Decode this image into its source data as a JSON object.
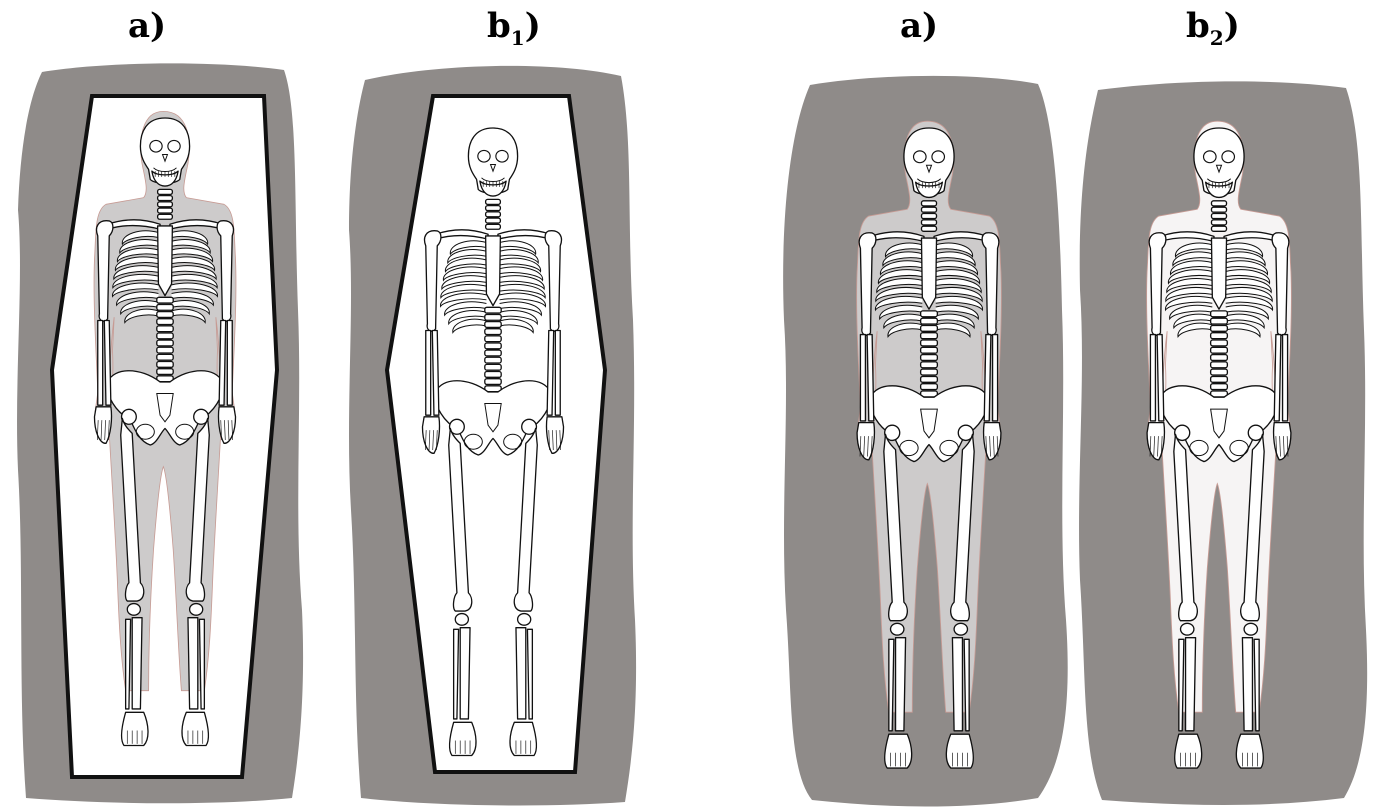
{
  "panels": [
    {
      "id": "p1",
      "label": "a)",
      "sub": "",
      "coffin": true,
      "flesh": true
    },
    {
      "id": "p2",
      "label": "b",
      "sub": "1",
      "coffin": true,
      "flesh": false
    },
    {
      "id": "p3",
      "label": "a)",
      "sub": "",
      "coffin": false,
      "flesh": true
    },
    {
      "id": "p4",
      "label": "b",
      "sub": "2",
      "coffin": false,
      "flesh": "light"
    }
  ],
  "colors": {
    "soil": "#8f8b89",
    "flesh": "#cdcbcb",
    "flesh_light": "#f6f4f4",
    "bone_fill": "#ffffff",
    "bone_line": "#111111",
    "coffin_line": "#111111"
  }
}
